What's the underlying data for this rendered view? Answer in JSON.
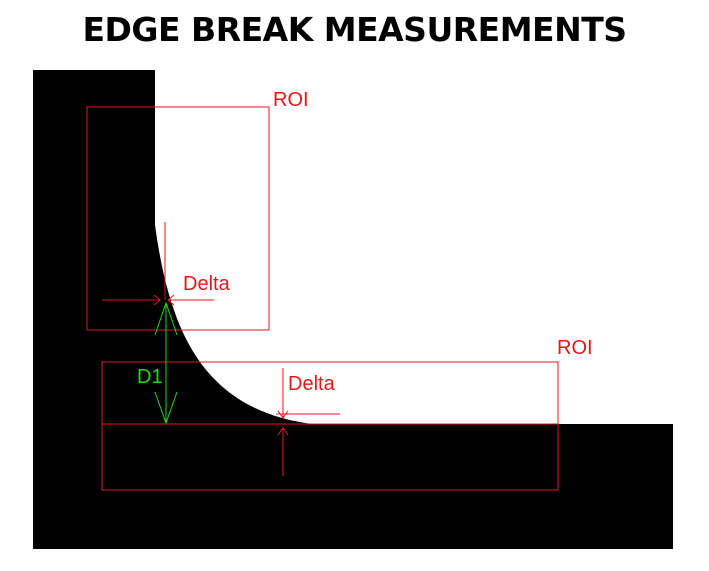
{
  "title": "EDGE BREAK MEASUREMENTS",
  "labels": {
    "roi_top": "ROI",
    "roi_bottom": "ROI",
    "delta_top": "Delta",
    "delta_bottom": "Delta",
    "d1": "D1"
  },
  "colors": {
    "part": "#000000",
    "roi": "#e0191b",
    "d1": "#2bd21f",
    "background": "#ffffff"
  }
}
